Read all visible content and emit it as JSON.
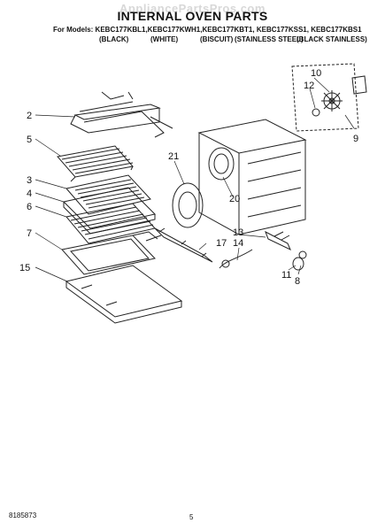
{
  "header": {
    "watermark": "AppliancePartsPros.com",
    "title": "INTERNAL OVEN PARTS",
    "models_line": "For Models: KEBC177KBL1,KEBC177KWH1,KEBC177KBT1, KEBC177KSS1, KEBC177KBS1",
    "variants": [
      "(BLACK)",
      "(WHITE)",
      "(BISCUIT)",
      "(STAINLESS STEEL)",
      "(BLACK STAINLESS)"
    ]
  },
  "callouts": [
    "2",
    "5",
    "3",
    "4",
    "6",
    "7",
    "15",
    "21",
    "20",
    "17",
    "13",
    "14",
    "11",
    "8",
    "10",
    "12",
    "9"
  ],
  "footer": {
    "doc_number": "8185873",
    "page_number": "5"
  }
}
